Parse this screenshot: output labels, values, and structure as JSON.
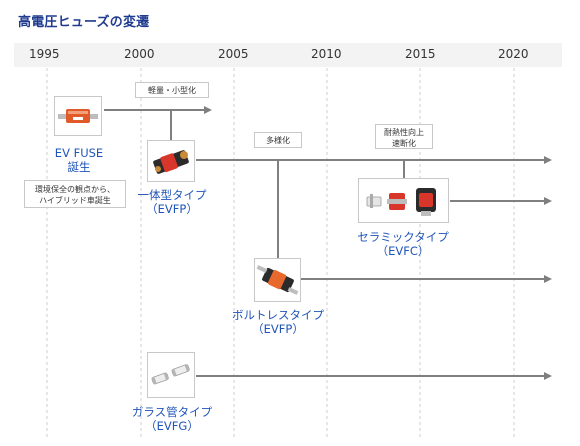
{
  "title": "高電圧ヒューズの変遷",
  "years": [
    "1995",
    "2000",
    "2005",
    "2010",
    "2015",
    "2020"
  ],
  "callouts": {
    "lightweight": "軽量・小型化",
    "diversification": "多様化",
    "heat_line1": "耐熱性向上",
    "heat_line2": "速断化",
    "ev_origin_line1": "環境保全の観点から、",
    "ev_origin_line2": "ハイブリッド車誕生"
  },
  "products": {
    "ev_fuse": {
      "line1": "EV FUSE",
      "line2": "誕生"
    },
    "evfp_integrated": {
      "line1": "一体型タイプ",
      "line2": "（EVFP）"
    },
    "evfc": {
      "line1": "セラミックタイプ",
      "line2": "（EVFC）"
    },
    "evfp_boltless": {
      "line1": "ボルトレスタイプ",
      "line2": "（EVFP）"
    },
    "evfg": {
      "line1": "ガラス管タイプ",
      "line2": "（EVFG）"
    }
  },
  "colors": {
    "title": "#1f3b8f",
    "product_label": "#1f54b8",
    "timeline_line": "#7f7f7f",
    "fuse_red": "#d9362b",
    "fuse_orange": "#e8692e"
  }
}
